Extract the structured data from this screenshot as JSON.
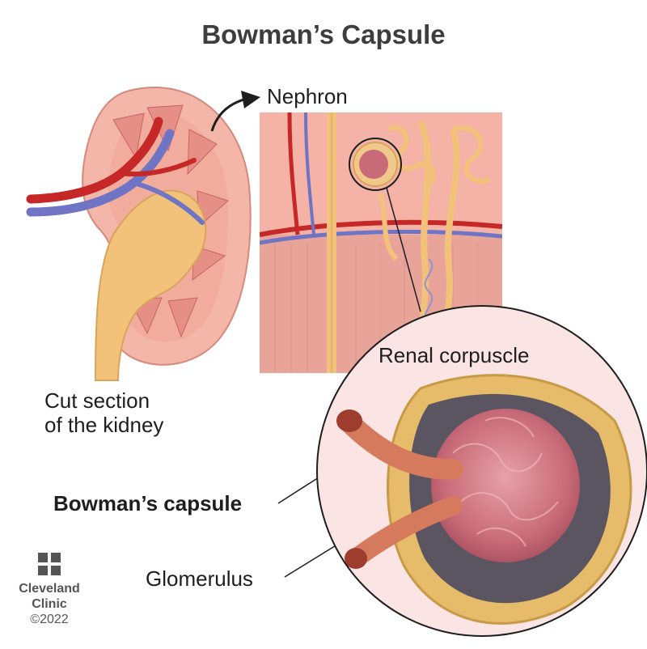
{
  "title": "Bowman’s Capsule",
  "labels": {
    "nephron": "Nephron",
    "cut_section_line1": "Cut section",
    "cut_section_line2": "of the kidney",
    "renal_corpuscle": "Renal corpuscle",
    "bowmans_capsule": "Bowman’s capsule",
    "glomerulus": "Glomerulus"
  },
  "branding": {
    "name_line1": "Cleveland",
    "name_line2": "Clinic",
    "copyright": "©2022"
  },
  "colors": {
    "artery": "#c62828",
    "vein": "#6f74c4",
    "ureter": "#f2c27a",
    "kidney_tissue": "#f3b6a8",
    "medulla": "#e58f86",
    "glomerulus": "#c86a78",
    "capsule": "#e6bb6a"
  }
}
